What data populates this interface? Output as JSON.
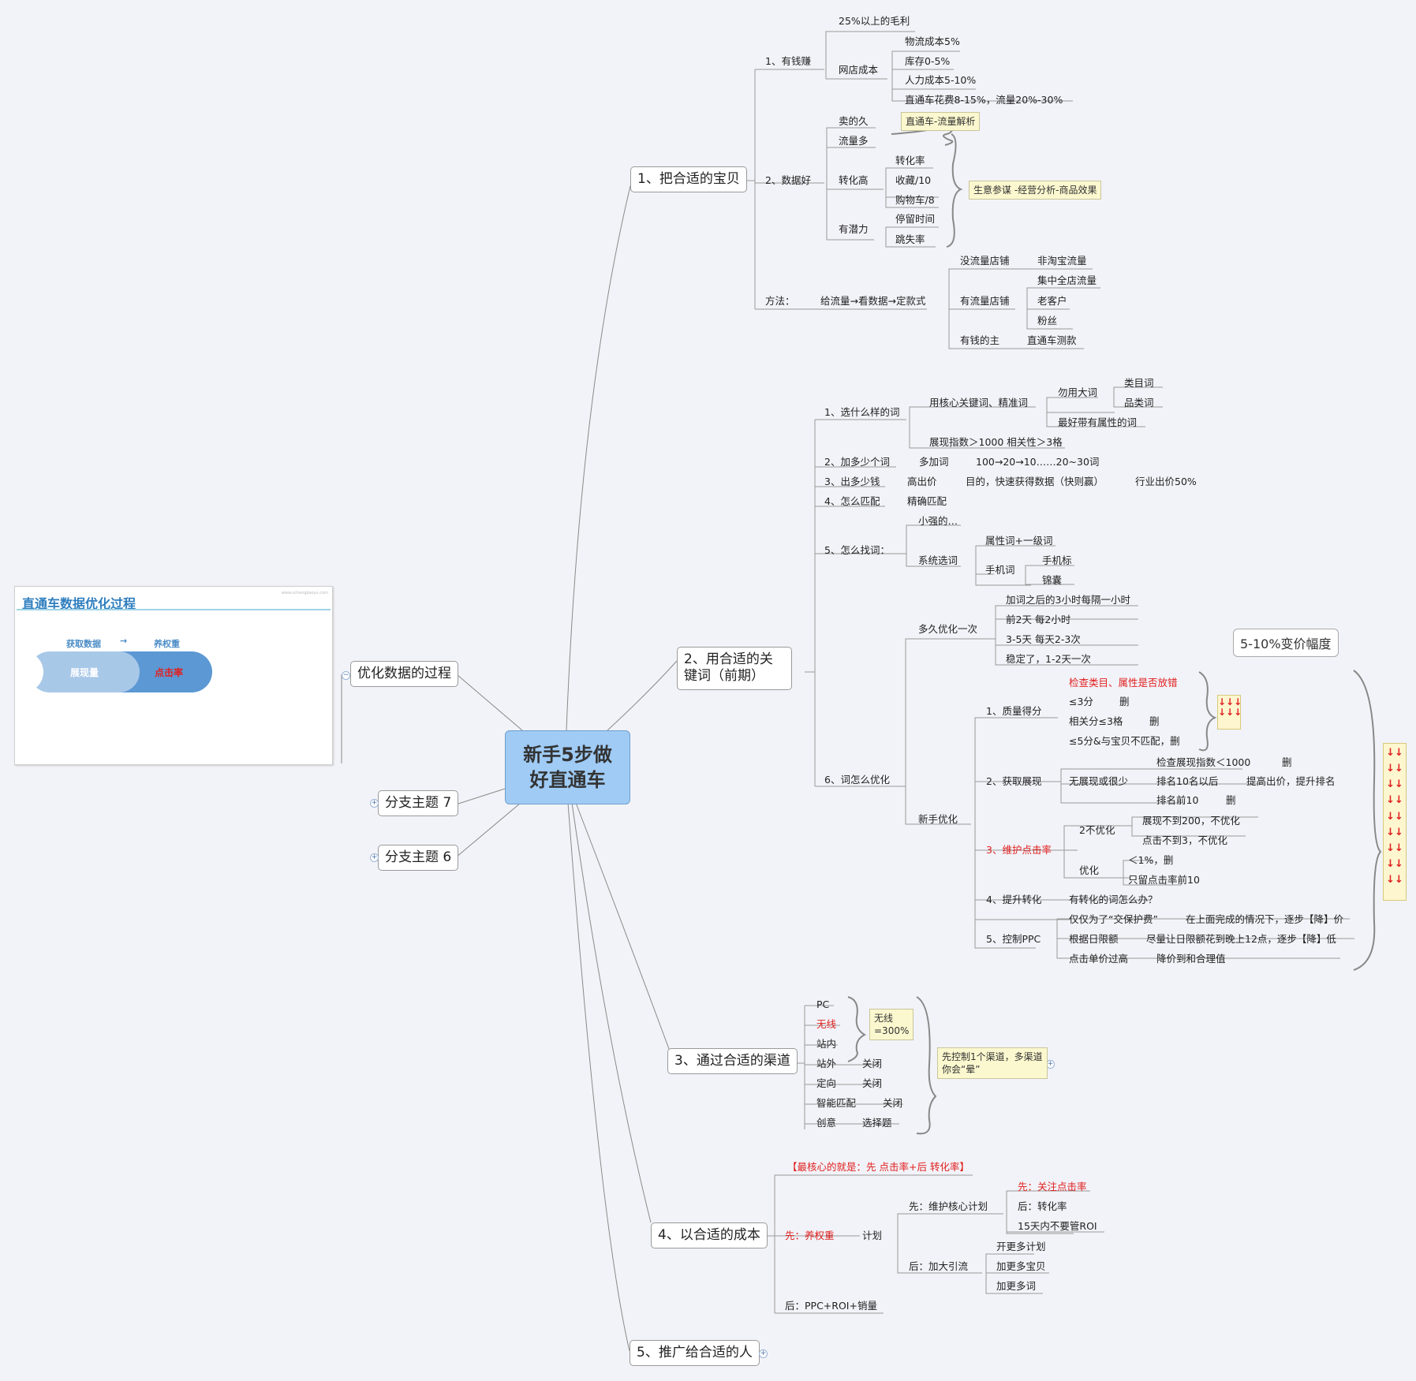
{
  "central": "新手5步做好直通车",
  "branches": {
    "b1": "1、把合适的宝贝",
    "b2": "2、用合适的关键词（前期）",
    "b3": "3、通过合适的渠道",
    "b4": "4、以合适的成本",
    "b5": "5、推广给合适的人",
    "opt": "优化数据的过程",
    "b7": "分支主题 7",
    "b6": "分支主题 6"
  },
  "slide": {
    "title": "直通车数据优化过程",
    "watermark": "www.uchengjiaoyu.com",
    "label_left": "获取数据",
    "arrow": "→",
    "label_right": "养权重",
    "pill_left": "展现量",
    "pill_right": "点击率"
  },
  "b1_nodes": {
    "yqz": "1、有钱赚",
    "maoli": "25%以上的毛利",
    "wdcb": "网店成本",
    "wl": "物流成本5%",
    "kc": "库存0-5%",
    "rl": "人力成本5-10%",
    "ztc": "直通车花费8-15%，流量20%-30%",
    "sjh": "2、数据好",
    "mdj": "卖的久",
    "lld": "流量多",
    "zhg": "转化高",
    "zhl": "转化率",
    "sc": "收藏/10",
    "gwc": "购物车/8",
    "yql": "有潜力",
    "tlsj": "停留时间",
    "tsl": "跳失率",
    "ff": "方法：",
    "gll": "给流量→看数据→定款式",
    "mlldp": "没流量店铺",
    "ftbll": "非淘宝流量",
    "ylldp": "有流量店铺",
    "jzqd": "集中全店流量",
    "lkh": "老客户",
    "fs": "粉丝",
    "yqdz": "有钱的主",
    "ztccs": "直通车测款",
    "callout_traffic": "直通车-流量解析",
    "callout_analysis": "生意参谋 -经营分析-商品效果"
  },
  "b2_nodes": {
    "xc": "1、选什么样的词",
    "hxgjc": "用核心关键词、精准词",
    "wydc": "勿用大词",
    "lmc": "类目词",
    "plc": "品类词",
    "zhdsx": "最好带有属性的词",
    "zxzs": "展现指数＞1000     相关性＞3格",
    "jdsc": "2、加多少个词",
    "djc": "多加词",
    "jcs": "100→20→10……20~30词",
    "cdsq": "3、出多少钱",
    "gcj": "高出价",
    "md": "目的，快速获得数据（快则赢）",
    "hycj": "行业出价50%",
    "zmpp": "4、怎么匹配",
    "jqpp": "精确匹配",
    "zmzc": "5、怎么找词：",
    "xqd": "小强的…",
    "xtxc": "系统选词",
    "sxc": "属性词+一级词",
    "sjc": "手机词",
    "sjb": "手机标",
    "jn": "锦囊",
    "cyh": "6、词怎么优化",
    "dj": "多久优化一次",
    "jch": "加词之后的3小时每隔一小时",
    "q2t": "前2天 每2小时",
    "t35": "3-5天 每天2-3次",
    "wdl": "稳定了，1-2天一次",
    "xsyh": "新手优化",
    "zldf": "1、质量得分",
    "jclm": "检查类目、属性是否放错",
    "le3": "≤3分",
    "s1": "删",
    "xgf": "相关分≤3格",
    "s2": "删",
    "le5": "≤5分&与宝贝不匹配，删",
    "hqzx": "2、获取展现",
    "wzx": "无展现或很少",
    "jczx": "检查展现指数＜1000",
    "s3": "删",
    "pm10": "排名10名以后",
    "tgcj": "提高出价，提升排名",
    "pmq10": "排名前10",
    "s4": "删",
    "whdjl": "3、维护点击率",
    "byh": "2不优化",
    "zxb200": "展现不到200，不优化",
    "djb3": "点击不到3，不优化",
    "yh": "优化",
    "lt1": "＜1%，删",
    "zldjl": "只留点击率前10",
    "tszh": "4、提升转化",
    "yzhc": "有转化的词怎么办？",
    "kzppc": "5、控制PPC",
    "jjwl": "仅仅为了“交保护费”",
    "zsm": "在上面完成的情况下，逐步【降】价",
    "grxe": "根据日限额",
    "jlrx": "尽量让日限额花到晚上12点，逐步【降】低",
    "djdj": "点击单价过高",
    "jjd": "降价到和合理值",
    "note": "5-10%变价幅度",
    "arrows_small": "↓↓↓\n↓↓↓",
    "arrows_big": "↓↓\n↓↓\n↓↓\n↓↓\n↓↓\n↓↓\n↓↓\n↓↓\n↓↓"
  },
  "b3_nodes": {
    "pc": "PC",
    "wx": "无线",
    "zn": "站内",
    "zw": "站外",
    "gb1": "关闭",
    "dx": "定向",
    "gb2": "关闭",
    "znpp": "智能匹配",
    "gb3": "关闭",
    "cy": "创意",
    "xzt": "选择题",
    "callout_wx": "无线\n=300%",
    "callout_ctrl": "先控制1个渠道，多渠道\n你会“晕”"
  },
  "b4_nodes": {
    "hx": "【最核心的就是：先 点击率+后 转化率】",
    "xyqz": "先：养权重",
    "jh": "计划",
    "xwh": "先：维护核心计划",
    "xgz": "先：关注点击率",
    "hzhl": "后：转化率",
    "t15": "15天内不要管ROI",
    "hjdyl": "后：加大引流",
    "kgdjh": "开更多计划",
    "jgdbb": "加更多宝贝",
    "jgdc": "加更多词",
    "hppc": "后：PPC+ROI+销量"
  },
  "colors": {
    "central": "#9fcbf5",
    "line": "#8a8a8a",
    "accent_red": "#e0201f",
    "callout": "#fbf8cf"
  }
}
